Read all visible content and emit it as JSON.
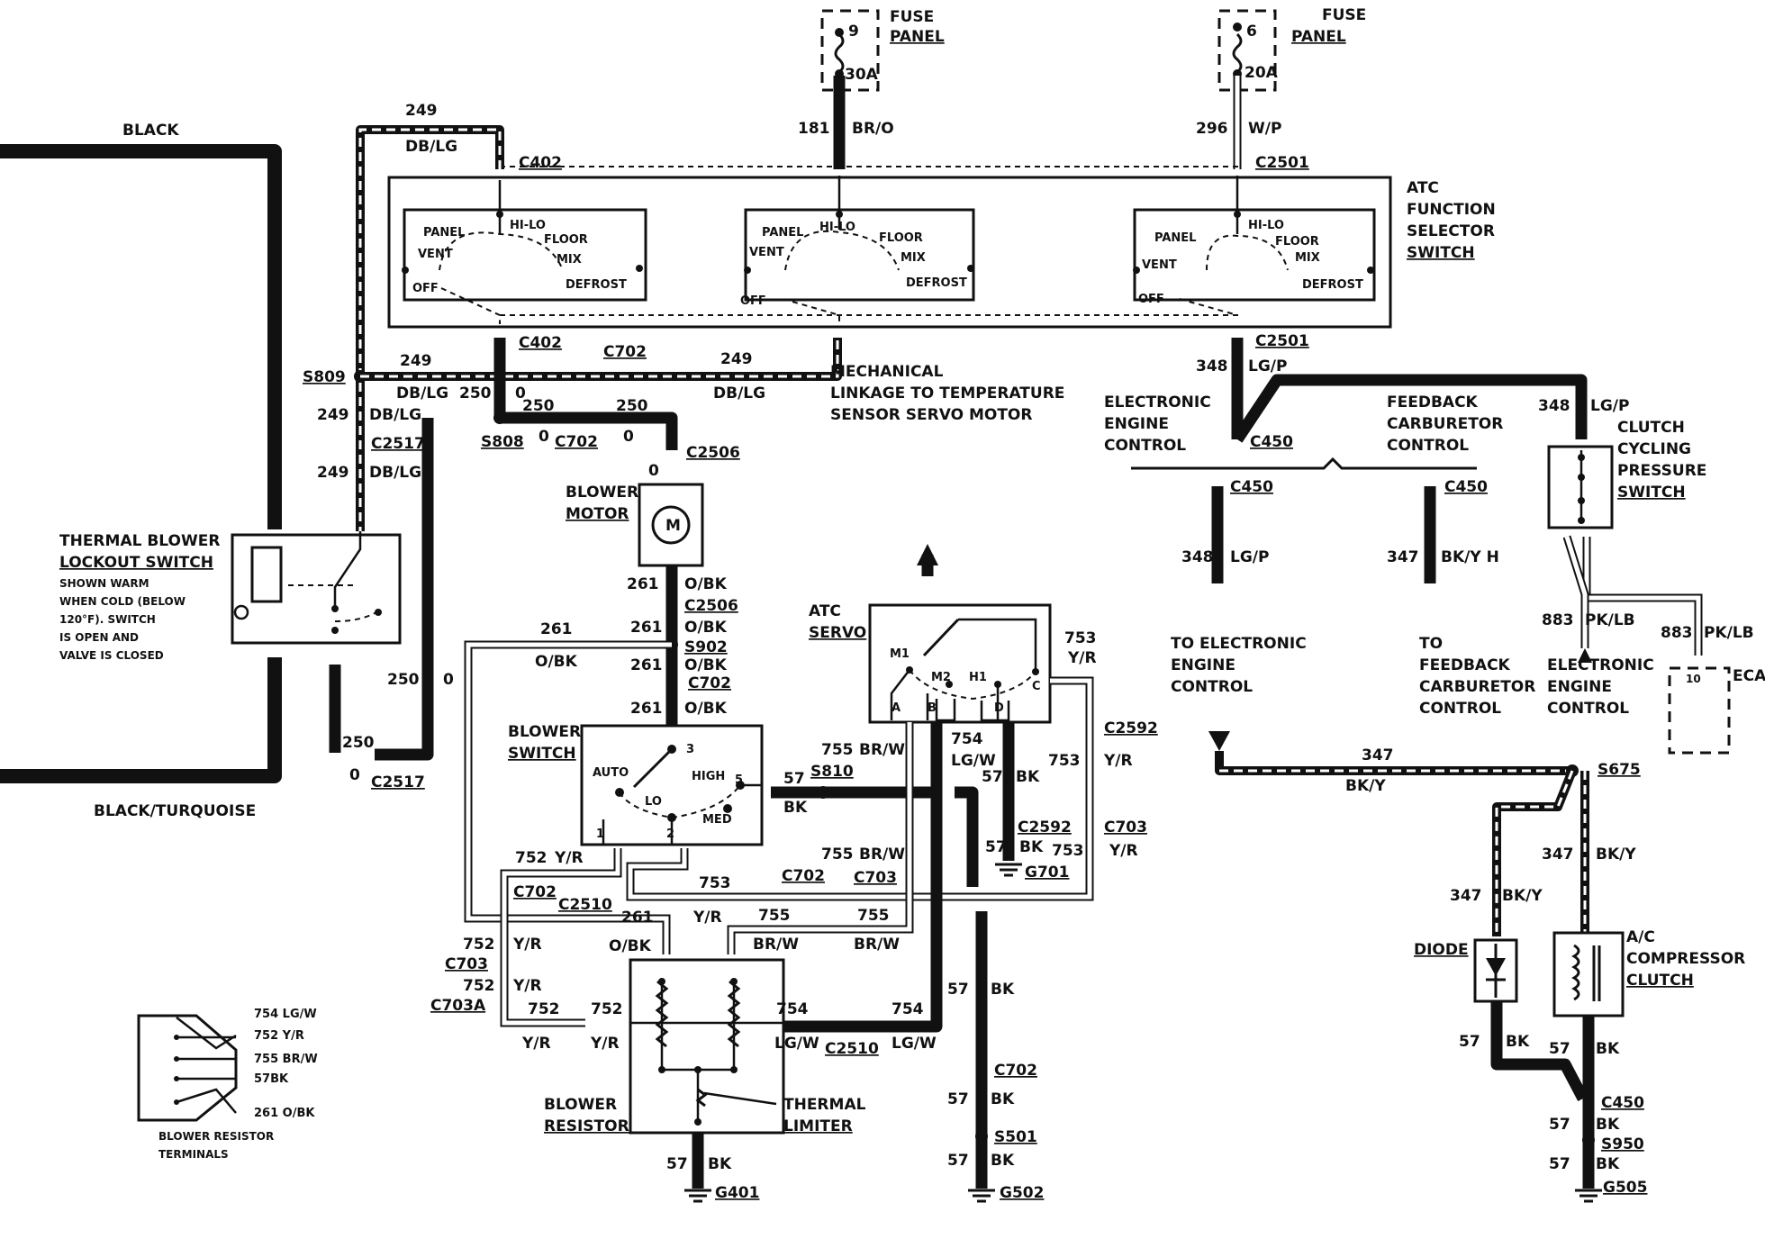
{
  "labels": {
    "fuse9": "9",
    "fuse9_amp": "30A",
    "fuse6": "6",
    "fuse6_amp": "20A",
    "fuse_panel_1": "FUSE",
    "fuse_panel_2": "PANEL",
    "w181": "181",
    "br_o": "BR/O",
    "w296": "296",
    "w_p": "W/P",
    "c402": "C402",
    "c2501": "C2501",
    "atc_function": "ATC",
    "atc_function2": "FUNCTION",
    "atc_function3": "SELECTOR",
    "atc_function4": "SWITCH",
    "panel": "PANEL",
    "vent": "VENT",
    "off": "OFF",
    "hilo": "HI-LO",
    "floor": "FLOOR",
    "mix": "MIX",
    "defrost": "DEFROST",
    "black": "BLACK",
    "black_turquoise": "BLACK/TURQUOISE",
    "w249": "249",
    "db_lg": "DB/LG",
    "s809": "S809",
    "c702": "C702",
    "w250": "250",
    "w0": "0",
    "s808": "S808",
    "c2517": "C2517",
    "c2506": "C2506",
    "blower_motor_1": "BLOWER",
    "blower_motor_2": "MOTOR",
    "m": "M",
    "w261": "261",
    "o_bk": "O/BK",
    "s902": "S902",
    "tbls_1": "THERMAL BLOWER",
    "tbls_2": "LOCKOUT SWITCH",
    "tbls_3": "SHOWN WARM",
    "tbls_4": "WHEN COLD (BELOW",
    "tbls_5": "120°F). SWITCH",
    "tbls_6": "IS OPEN AND",
    "tbls_7": "VALVE IS CLOSED",
    "blower_switch_1": "BLOWER",
    "blower_switch_2": "SWITCH",
    "auto": "AUTO",
    "lo": "LO",
    "high": "HIGH",
    "med": "MED",
    "n1": "1",
    "n2": "2",
    "n3": "3",
    "n5": "5",
    "w57": "57",
    "bk": "BK",
    "s810": "S810",
    "mech_1": "MECHANICAL",
    "mech_2": "LINKAGE TO TEMPERATURE",
    "mech_3": "SENSOR SERVO MOTOR",
    "atc_servo_1": "ATC",
    "atc_servo_2": "SERVO",
    "m1": "M1",
    "m2": "M2",
    "h1": "H1",
    "pa": "A",
    "pb": "B",
    "pc": "C",
    "pd": "D",
    "w753": "753",
    "y_r": "Y/R",
    "w754": "754",
    "lg_w": "LG/W",
    "w755": "755",
    "br_w": "BR/W",
    "w752": "752",
    "c2592": "C2592",
    "c703": "C703",
    "g701": "G701",
    "c2510": "C2510",
    "c703a": "C703A",
    "blower_resistor_1": "BLOWER",
    "blower_resistor_2": "RESISTOR",
    "thermal_limiter_1": "THERMAL",
    "thermal_limiter_2": "LIMITER",
    "g401": "G401",
    "s501": "S501",
    "g502": "G502",
    "term_754": "754  LG/W",
    "term_752": "752 Y/R",
    "term_755": "755 BR/W",
    "term_57": "57BK",
    "term_261": "261 O/BK",
    "terminals_1": "BLOWER RESISTOR",
    "terminals_2": "TERMINALS",
    "w348": "348",
    "lg_p": "LG/P",
    "c450": "C450",
    "eec_1": "ELECTRONIC",
    "eec_2": "ENGINE",
    "eec_3": "CONTROL",
    "fbc_1": "FEEDBACK",
    "fbc_2": "CARBURETOR",
    "fbc_3": "CONTROL",
    "w347": "347",
    "bk_y_h": "BK/Y H",
    "bk_y": "BK/Y",
    "ccps_1": "CLUTCH",
    "ccps_2": "CYCLING",
    "ccps_3": "PRESSURE",
    "ccps_4": "SWITCH",
    "w883": "883",
    "pk_lb": "PK/LB",
    "to_eec_1": "TO ELECTRONIC",
    "to_eec_2": "ENGINE",
    "to_eec_3": "CONTROL",
    "to_fbc_1": "TO",
    "to_fbc_2": "FEEDBACK",
    "to_fbc_3": "CARBURETOR",
    "to_fbc_4": "CONTROL",
    "eca_1": "ELECTRONIC",
    "eca_2": "ENGINE",
    "eca_3": "CONTROL",
    "eca": "ECA",
    "n10": "10",
    "s675": "S675",
    "diode": "DIODE",
    "acc_1": "A/C",
    "acc_2": "COMPRESSOR",
    "acc_3": "CLUTCH",
    "s950": "S950",
    "g505": "G505"
  }
}
